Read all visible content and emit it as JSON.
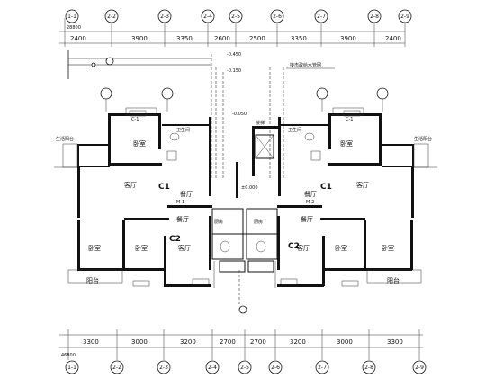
{
  "drawing": {
    "axes_top": [
      "1-1",
      "2-2",
      "2-3",
      "2-4",
      "2-5",
      "2-6",
      "2-7",
      "2-8",
      "2-9"
    ],
    "axes_bottom": [
      "1-1",
      "2-2",
      "2-3",
      "2-4",
      "2-5",
      "2-6",
      "2-7",
      "2-8",
      "2-9"
    ],
    "dims_top": [
      "2400",
      "3900",
      "3350",
      "2600",
      "2500",
      "3350",
      "3900",
      "2400"
    ],
    "dims_bottom": [
      "3300",
      "3000",
      "3200",
      "2700",
      "2700",
      "3200",
      "3000",
      "3300"
    ],
    "overall_top": "28800",
    "overall_bottom": "46800"
  },
  "rooms": {
    "bedroom": "卧室",
    "living": "客厅",
    "dining": "餐厅",
    "balcony": "阳台",
    "kitchen": "厨房",
    "toilet": "卫生间",
    "living_balcony": "生活阳台"
  },
  "units": {
    "c1": "C1",
    "c2": "C2"
  },
  "annotations": {
    "elev_1": "-0.450",
    "elev_2": "-0.150",
    "elev_3": "±0.000",
    "elev_4": "-0.050",
    "pipe_note": "接市政给水管网",
    "door_1": "M-1",
    "door_2": "M-2",
    "window": "C-1",
    "stair": "楼梯"
  }
}
